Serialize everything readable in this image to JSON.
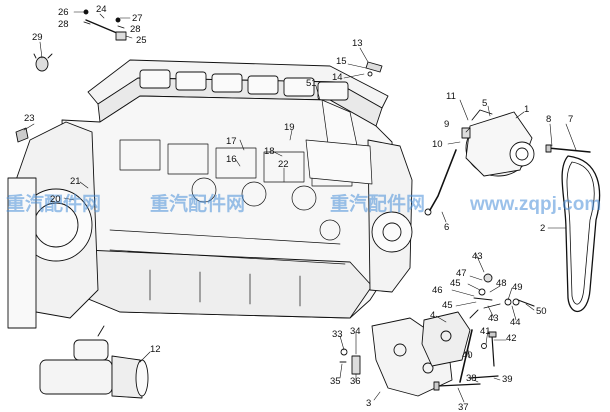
{
  "watermark": {
    "cn": "重汽配件网",
    "url": "www.zqpj.com",
    "color": "#4a90d9"
  },
  "callouts": [
    {
      "id": "c26",
      "text": "26"
    },
    {
      "id": "c24",
      "text": "24"
    },
    {
      "id": "c27",
      "text": "27"
    },
    {
      "id": "c28a",
      "text": "28"
    },
    {
      "id": "c28b",
      "text": "28"
    },
    {
      "id": "c25",
      "text": "25"
    },
    {
      "id": "c29",
      "text": "29"
    },
    {
      "id": "c13",
      "text": "13"
    },
    {
      "id": "c15",
      "text": "15"
    },
    {
      "id": "c14",
      "text": "14"
    },
    {
      "id": "c51",
      "text": "51"
    },
    {
      "id": "c23",
      "text": "23"
    },
    {
      "id": "c11",
      "text": "11"
    },
    {
      "id": "c5",
      "text": "5"
    },
    {
      "id": "c1",
      "text": "1"
    },
    {
      "id": "c9",
      "text": "9"
    },
    {
      "id": "c10",
      "text": "10"
    },
    {
      "id": "c8",
      "text": "8"
    },
    {
      "id": "c7",
      "text": "7"
    },
    {
      "id": "c19",
      "text": "19"
    },
    {
      "id": "c18",
      "text": "18"
    },
    {
      "id": "c17",
      "text": "17"
    },
    {
      "id": "c16",
      "text": "16"
    },
    {
      "id": "c22",
      "text": "22"
    },
    {
      "id": "c21",
      "text": "21"
    },
    {
      "id": "c20",
      "text": "20"
    },
    {
      "id": "c6",
      "text": "6"
    },
    {
      "id": "c2",
      "text": "2"
    },
    {
      "id": "c43a",
      "text": "43"
    },
    {
      "id": "c47",
      "text": "47"
    },
    {
      "id": "c45a",
      "text": "45"
    },
    {
      "id": "c46",
      "text": "46"
    },
    {
      "id": "c48",
      "text": "48"
    },
    {
      "id": "c49",
      "text": "49"
    },
    {
      "id": "c45b",
      "text": "45"
    },
    {
      "id": "c50",
      "text": "50"
    },
    {
      "id": "c43b",
      "text": "43"
    },
    {
      "id": "c44",
      "text": "44"
    },
    {
      "id": "c4",
      "text": "4"
    },
    {
      "id": "c41",
      "text": "41"
    },
    {
      "id": "c42",
      "text": "42"
    },
    {
      "id": "c40",
      "text": "40"
    },
    {
      "id": "c38",
      "text": "38"
    },
    {
      "id": "c39",
      "text": "39"
    },
    {
      "id": "c37",
      "text": "37"
    },
    {
      "id": "c33",
      "text": "33"
    },
    {
      "id": "c34",
      "text": "34"
    },
    {
      "id": "c35",
      "text": "35"
    },
    {
      "id": "c36",
      "text": "36"
    },
    {
      "id": "c3",
      "text": "3"
    },
    {
      "id": "c12",
      "text": "12"
    }
  ]
}
